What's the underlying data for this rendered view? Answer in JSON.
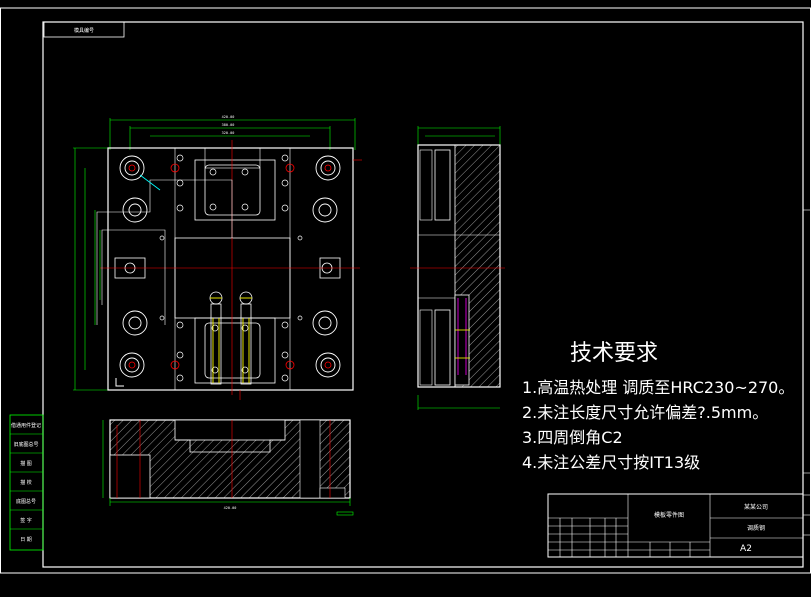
{
  "drawing": {
    "top_left_tag": "模具编号",
    "tech_title": "技术要求",
    "tech_requirements": [
      "1.高温热处理   调质至HRC230~270。",
      "2.未注长度尺寸允许偏差?.5mm。",
      "3.四周倒角C2",
      "4.未注公差尺寸按IT13级"
    ],
    "left_strip_labels": [
      "借通用件登记",
      "旧底图总号",
      "描  图",
      "描  校",
      "底图总号",
      "签  字",
      "日  期"
    ],
    "title_block": {
      "part_name": "模板零件图",
      "company": "某某公司",
      "drawing_no": "A2",
      "material": "调质钢"
    }
  },
  "colors": {
    "background": "#000000",
    "frame": "#ffffff",
    "outline": "#ffffff",
    "green": "#00ff00",
    "red": "#ff0000",
    "yellow": "#ffff00",
    "magenta": "#ff00ff"
  }
}
